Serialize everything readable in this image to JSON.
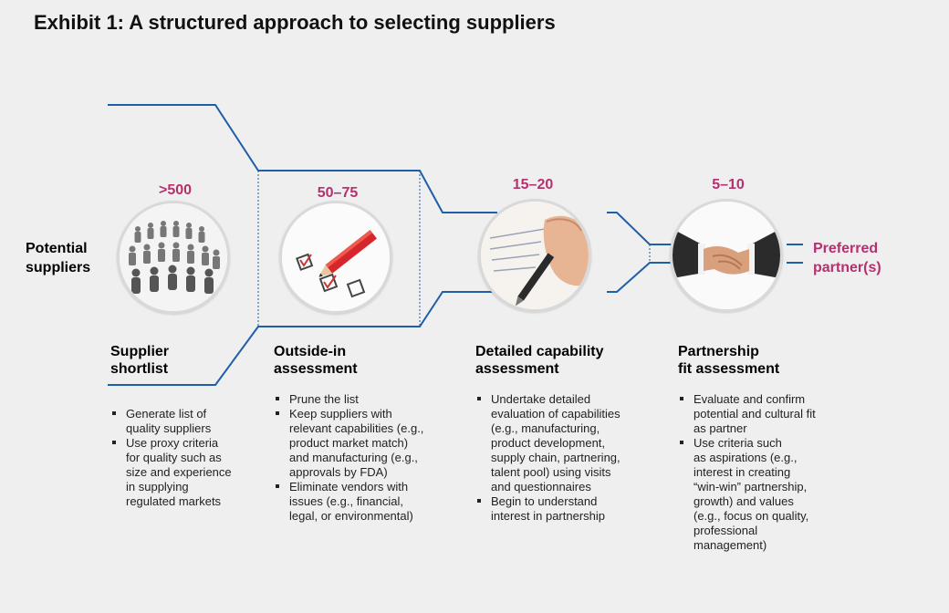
{
  "title": "Exhibit 1: A structured approach to selecting suppliers",
  "left_label": [
    "Potential",
    "suppliers"
  ],
  "right_label": [
    "Preferred",
    "partner(s)"
  ],
  "stages": [
    {
      "count": ">500",
      "title_lines": [
        "Supplier",
        "shortlist"
      ],
      "image": "crowd-of-figures",
      "bullets": [
        [
          "Generate list of",
          "quality suppliers"
        ],
        [
          "Use proxy criteria",
          "for quality such as",
          "size and experience",
          "in supplying",
          "regulated markets"
        ]
      ]
    },
    {
      "count": "50–75",
      "title_lines": [
        "Outside-in",
        "assessment"
      ],
      "image": "pencil-checkboxes",
      "bullets": [
        [
          "Prune the list"
        ],
        [
          "Keep suppliers with",
          "relevant capabilities (e.g.,",
          "product market match)",
          "and manufacturing (e.g.,",
          "approvals by FDA)"
        ],
        [
          "Eliminate vendors with",
          "issues (e.g., financial,",
          "legal, or environmental)"
        ]
      ]
    },
    {
      "count": "15–20",
      "title_lines": [
        "Detailed capability",
        "assessment"
      ],
      "image": "hand-writing-pen",
      "bullets": [
        [
          "Undertake detailed",
          "evaluation of capabilities",
          "(e.g., manufacturing,",
          "product development,",
          "supply chain, partnering,",
          "talent pool) using visits",
          "and questionnaires"
        ],
        [
          "Begin to understand",
          "interest in partnership"
        ]
      ]
    },
    {
      "count": "5–10",
      "title_lines": [
        "Partnership",
        "fit assessment"
      ],
      "image": "handshake",
      "bullets": [
        [
          "Evaluate and confirm",
          "potential and cultural fit",
          "as partner"
        ],
        [
          "Use criteria such",
          "as aspirations (e.g.,",
          "interest in creating",
          "“win-win” partnership,",
          "growth) and values",
          "(e.g., focus on quality,",
          "professional",
          "management)"
        ]
      ]
    }
  ],
  "colors": {
    "funnel_line": "#1f5ea8",
    "accent": "#b5306e"
  }
}
